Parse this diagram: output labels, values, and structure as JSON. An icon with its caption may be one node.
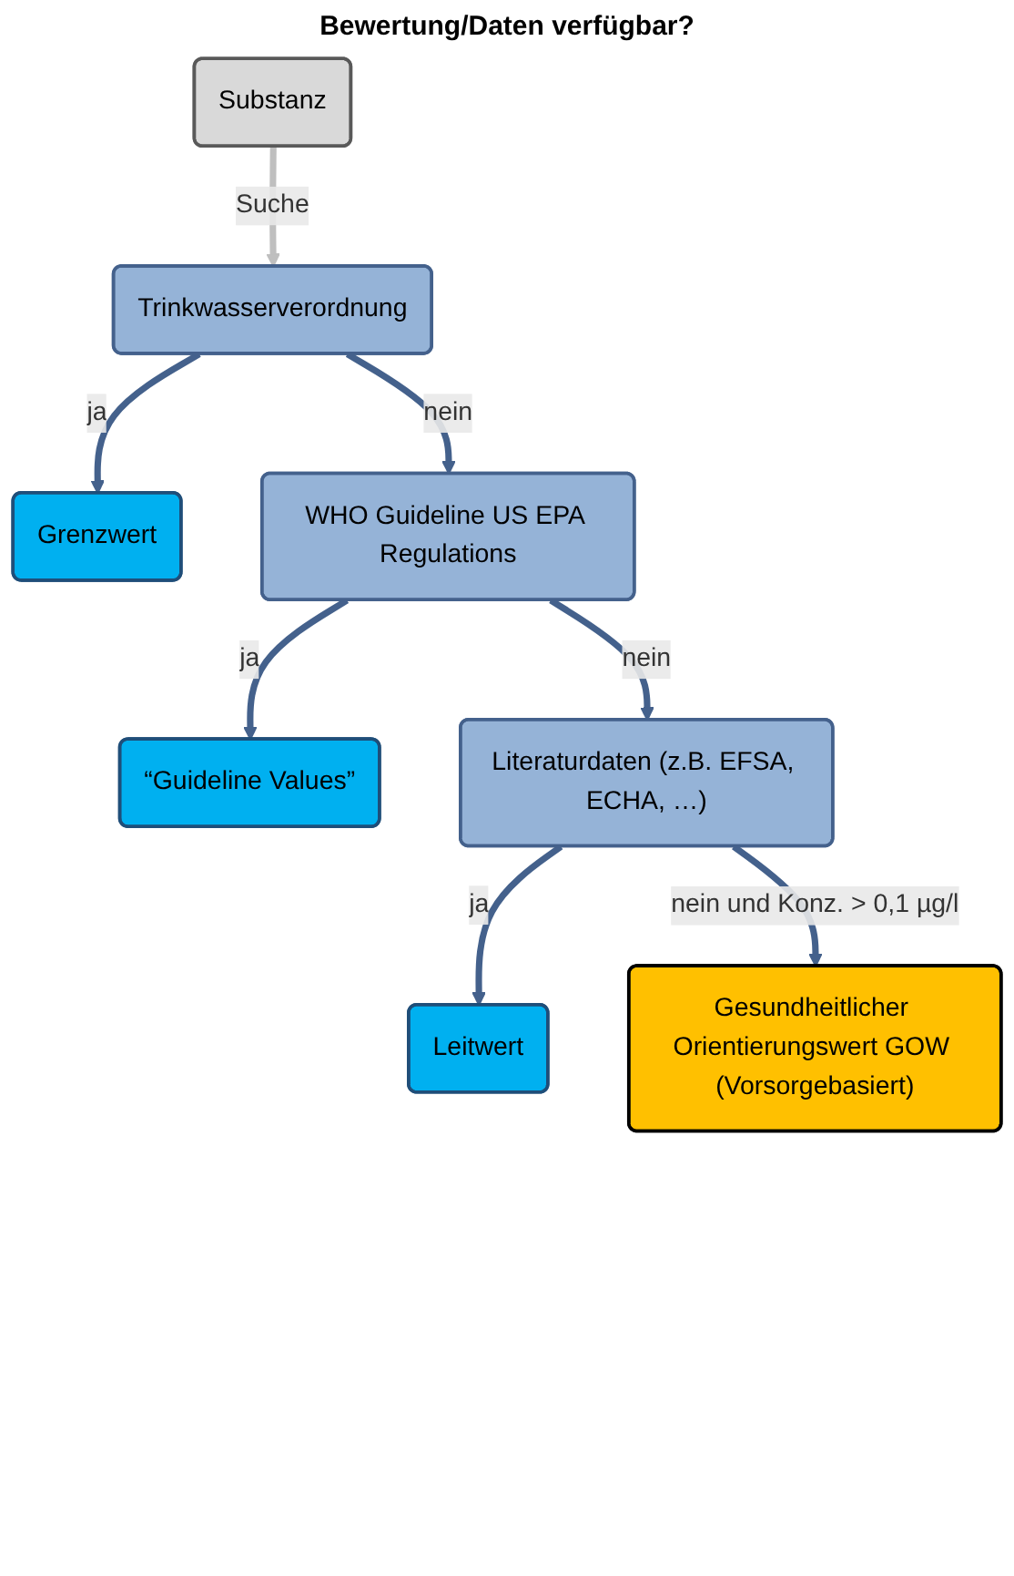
{
  "diagram": {
    "nodes": [
      {
        "text": [
          "Substanz"
        ]
      },
      {
        "text": [
          "Trinkwasserverordnung"
        ]
      },
      {
        "text": [
          "Grenzwert"
        ]
      },
      {
        "text": [
          "WHO Guideline US EPA Regulations"
        ]
      },
      {
        "text": [
          "“Guideline Values”"
        ]
      },
      {
        "text": [
          "Literaturdaten (z.B. EFSA, ECHA, …)"
        ]
      },
      {
        "text": [
          "Leitwert"
        ]
      },
      {
        "text": [
          "Gesundheitlicher Orientierungswert GOW (Vorsorgebasiert)"
        ]
      }
    ],
    "edges": [
      {
        "from": 0,
        "to": 1,
        "arrow": "to",
        "label": "Suche",
        "color": "#bfbfbf"
      },
      {
        "from": 1,
        "to": 2,
        "arrow": "to",
        "label": "ja"
      },
      {
        "from": 1,
        "to": 3,
        "arrow": "to",
        "label": "nein"
      },
      {
        "from": 3,
        "to": 4,
        "arrow": "to",
        "label": "ja"
      },
      {
        "from": 3,
        "to": 5,
        "arrow": "to",
        "label": "nein"
      },
      {
        "from": 5,
        "to": 6,
        "arrow": "to",
        "label": "ja"
      },
      {
        "from": 5,
        "to": 7,
        "arrow": "to",
        "label": "nein und Konz. > 0,1 µg/l"
      }
    ],
    "labels": [
      "Bewertung/Daten verfügbar?"
    ]
  }
}
